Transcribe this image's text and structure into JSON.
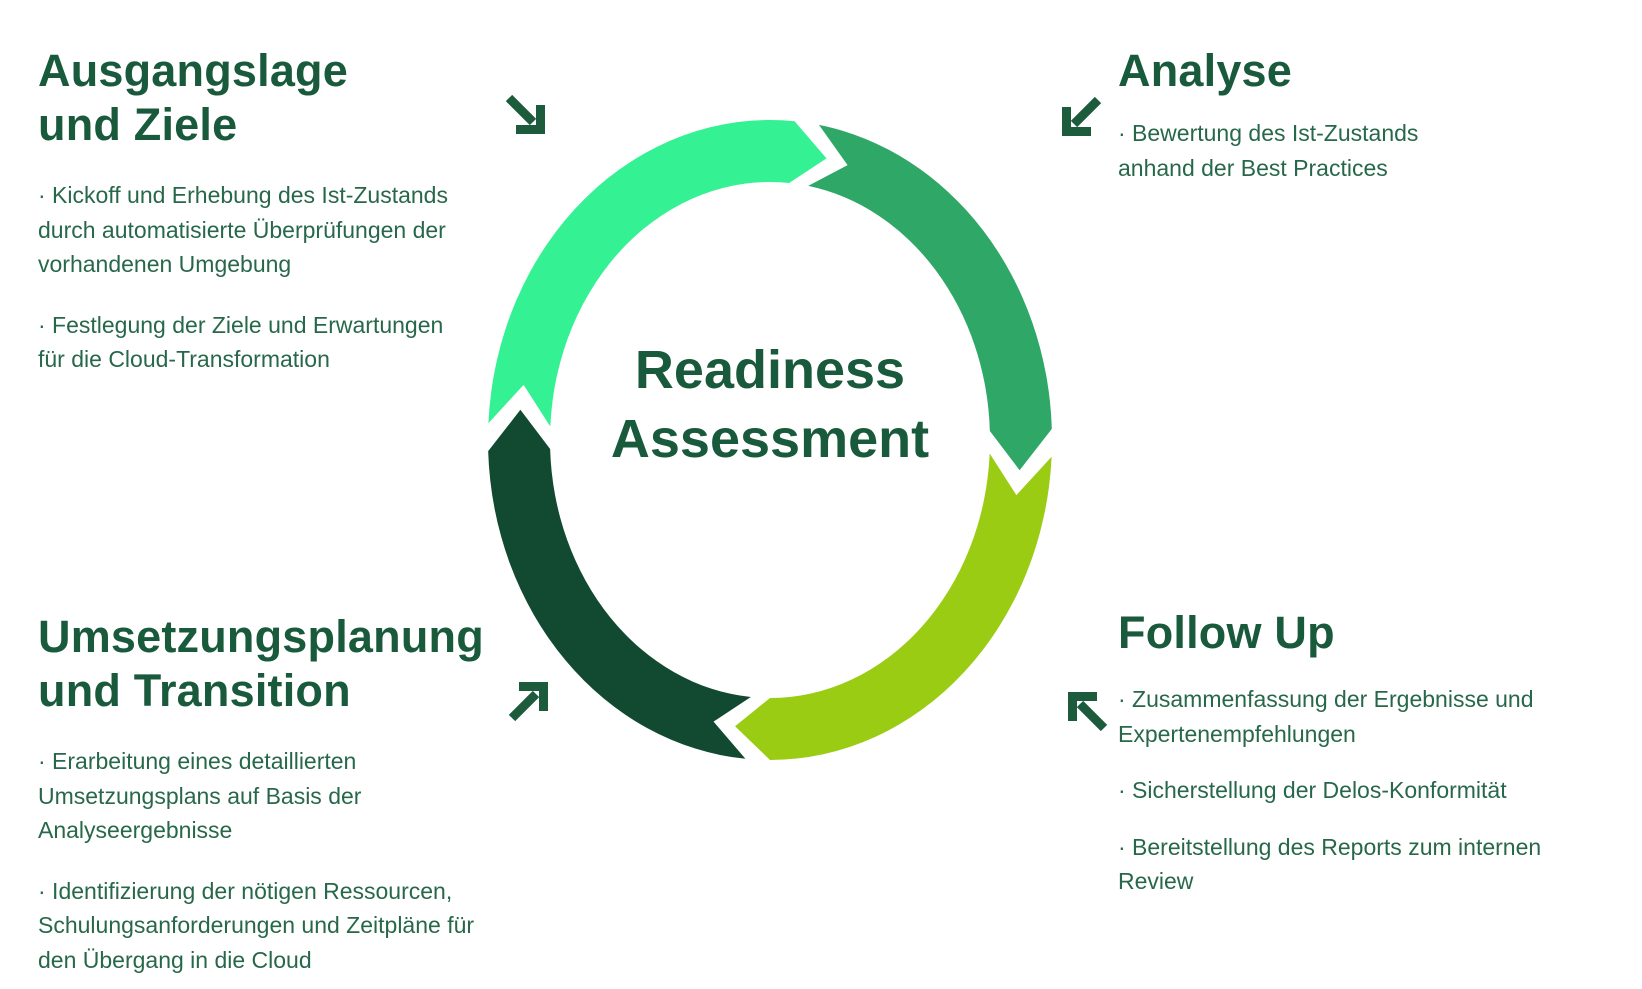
{
  "center": {
    "title": "Readiness\nAssessment"
  },
  "colors": {
    "mint": "#34F293",
    "green": "#2EA767",
    "lime": "#9ACC14",
    "dark_green": "#114A31",
    "heading": "#1A5A3C",
    "body": "#28684A",
    "arrow": "#1C5B3C",
    "background": "#FFFFFF"
  },
  "ring": {
    "segments": [
      {
        "name": "ausgangslage",
        "color_key": "mint",
        "tail": 273,
        "head": 5
      },
      {
        "name": "analyse",
        "color_key": "green",
        "tail": 10,
        "head": 88
      },
      {
        "name": "follow-up",
        "color_key": "lime",
        "tail": 93,
        "head": 180
      },
      {
        "name": "umsetzung",
        "color_key": "dark_green",
        "tail": 185,
        "head": 268
      }
    ],
    "direction": "clockwise"
  },
  "icons": {
    "top_left": "arrow-down-right-icon",
    "top_right": "arrow-down-left-icon",
    "bottom_left": "arrow-up-right-icon",
    "bottom_right": "arrow-up-left-icon"
  },
  "sections": {
    "top_left": {
      "title": "Ausgangslage\nund Ziele",
      "bullets": [
        "· Kickoff und Erhebung des Ist-Zustands\ndurch automatisierte Überprüfungen der\nvorhandenen Umgebung",
        "· Festlegung der Ziele und Erwartungen\nfür die Cloud-Transformation"
      ]
    },
    "top_right": {
      "title": "Analyse",
      "bullets": [
        "· Bewertung des Ist-Zustands\nanhand der Best Practices"
      ]
    },
    "bottom_left": {
      "title": "Umsetzungsplanung\nund Transition",
      "bullets": [
        "· Erarbeitung eines detaillierten\nUmsetzungsplans auf Basis der\nAnalyseergebnisse",
        "· Identifizierung der nötigen Ressourcen,\nSchulungsanforderungen und Zeitpläne für\nden Übergang in die Cloud"
      ]
    },
    "bottom_right": {
      "title": "Follow Up",
      "bullets": [
        "· Zusammenfassung der Ergebnisse und\nExpertenempfehlungen",
        "· Sicherstellung der Delos-Konformität",
        "· Bereitstellung des Reports zum internen\nReview"
      ]
    }
  }
}
